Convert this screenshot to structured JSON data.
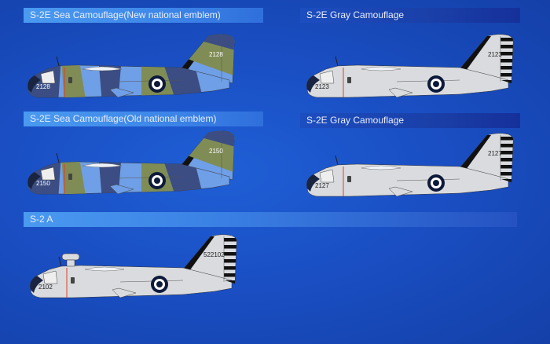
{
  "sections": [
    {
      "title": "S-2E Sea Camouflage(New national emblem)",
      "scheme": "sea",
      "serial": "2128",
      "tail_serial": "2128",
      "radome": false
    },
    {
      "title": "S-2E Gray Camouflage",
      "scheme": "gray",
      "serial": "2123",
      "tail_serial": "2123",
      "radome": false
    },
    {
      "title": "S-2E Sea Camouflage(Old national emblem)",
      "scheme": "sea",
      "serial": "2150",
      "tail_serial": "2150",
      "radome": false
    },
    {
      "title": "S-2E Gray Camouflage",
      "scheme": "gray",
      "serial": "2127",
      "tail_serial": "2127",
      "radome": false
    },
    {
      "title": "S-2 A",
      "scheme": "gray",
      "serial": "2102",
      "tail_serial": "522102",
      "radome": true
    }
  ],
  "colors": {
    "sea_light": "#6f9fe6",
    "sea_dark": "#3b4d82",
    "sea_olive": "#7f8c55",
    "gray": "#d9dbde",
    "stripe": "#111111",
    "accent_red": "#e0402a"
  }
}
